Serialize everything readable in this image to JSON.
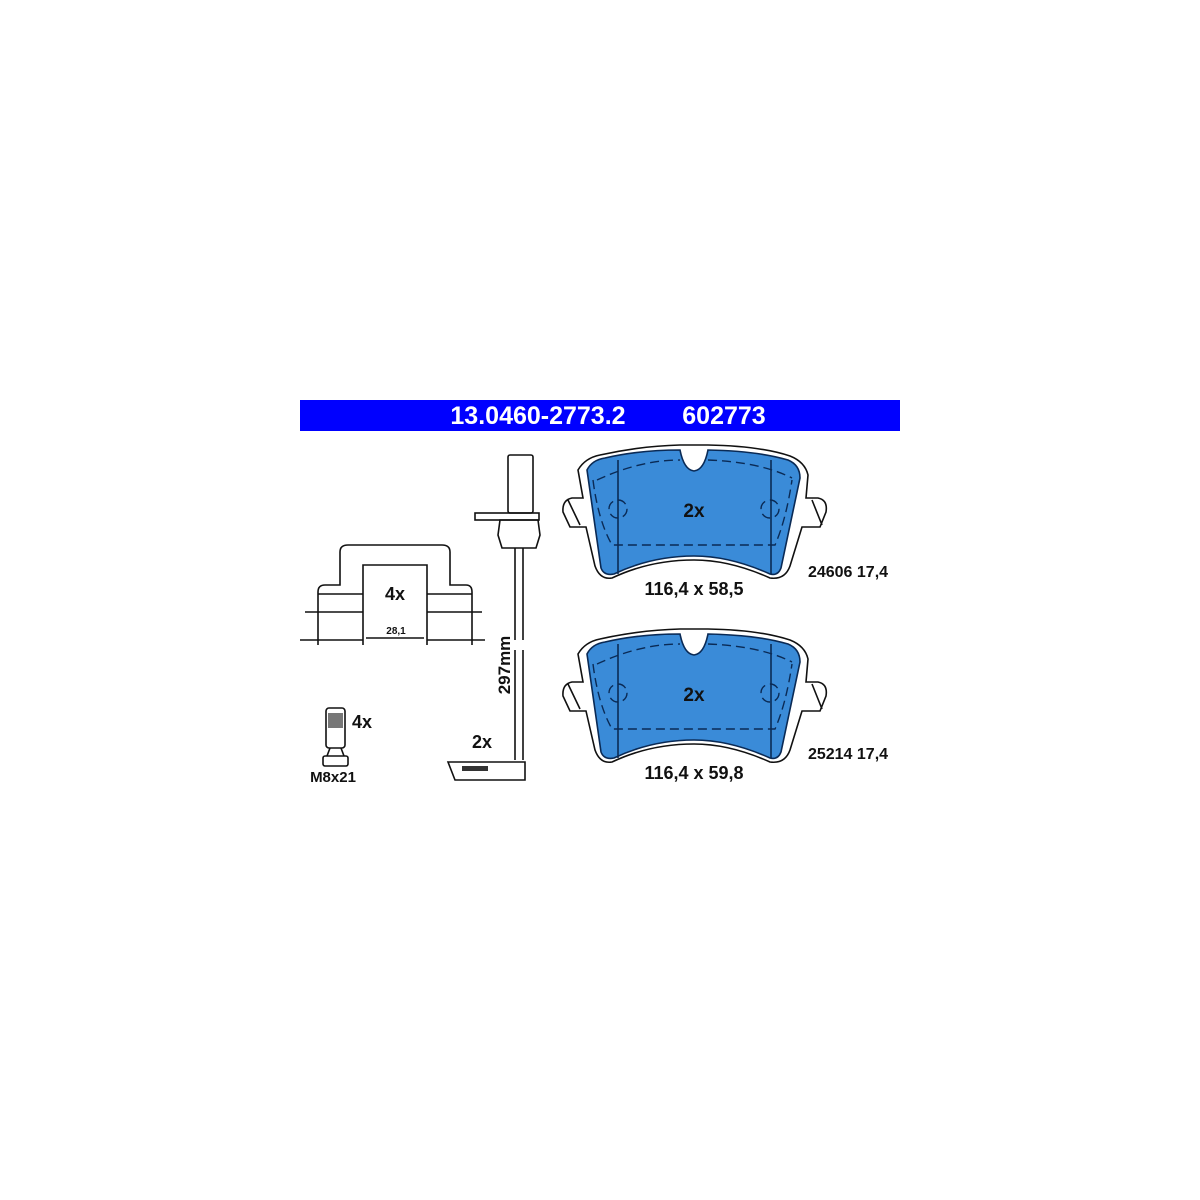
{
  "header": {
    "part_number": "13.0460-2773.2",
    "article_number": "602773"
  },
  "colors": {
    "banner": "#0000ff",
    "friction": "#3a8bd8"
  },
  "clip": {
    "quantity": "4x",
    "dimension": "28,1"
  },
  "bolt": {
    "quantity": "4x",
    "spec": "M8x21"
  },
  "sensor": {
    "quantity": "2x",
    "length": "297mm"
  },
  "pads": [
    {
      "quantity": "2x",
      "dimensions": "116,4 x 58,5",
      "code": "24606 17,4"
    },
    {
      "quantity": "2x",
      "dimensions": "116,4 x 59,8",
      "code": "25214 17,4"
    }
  ]
}
